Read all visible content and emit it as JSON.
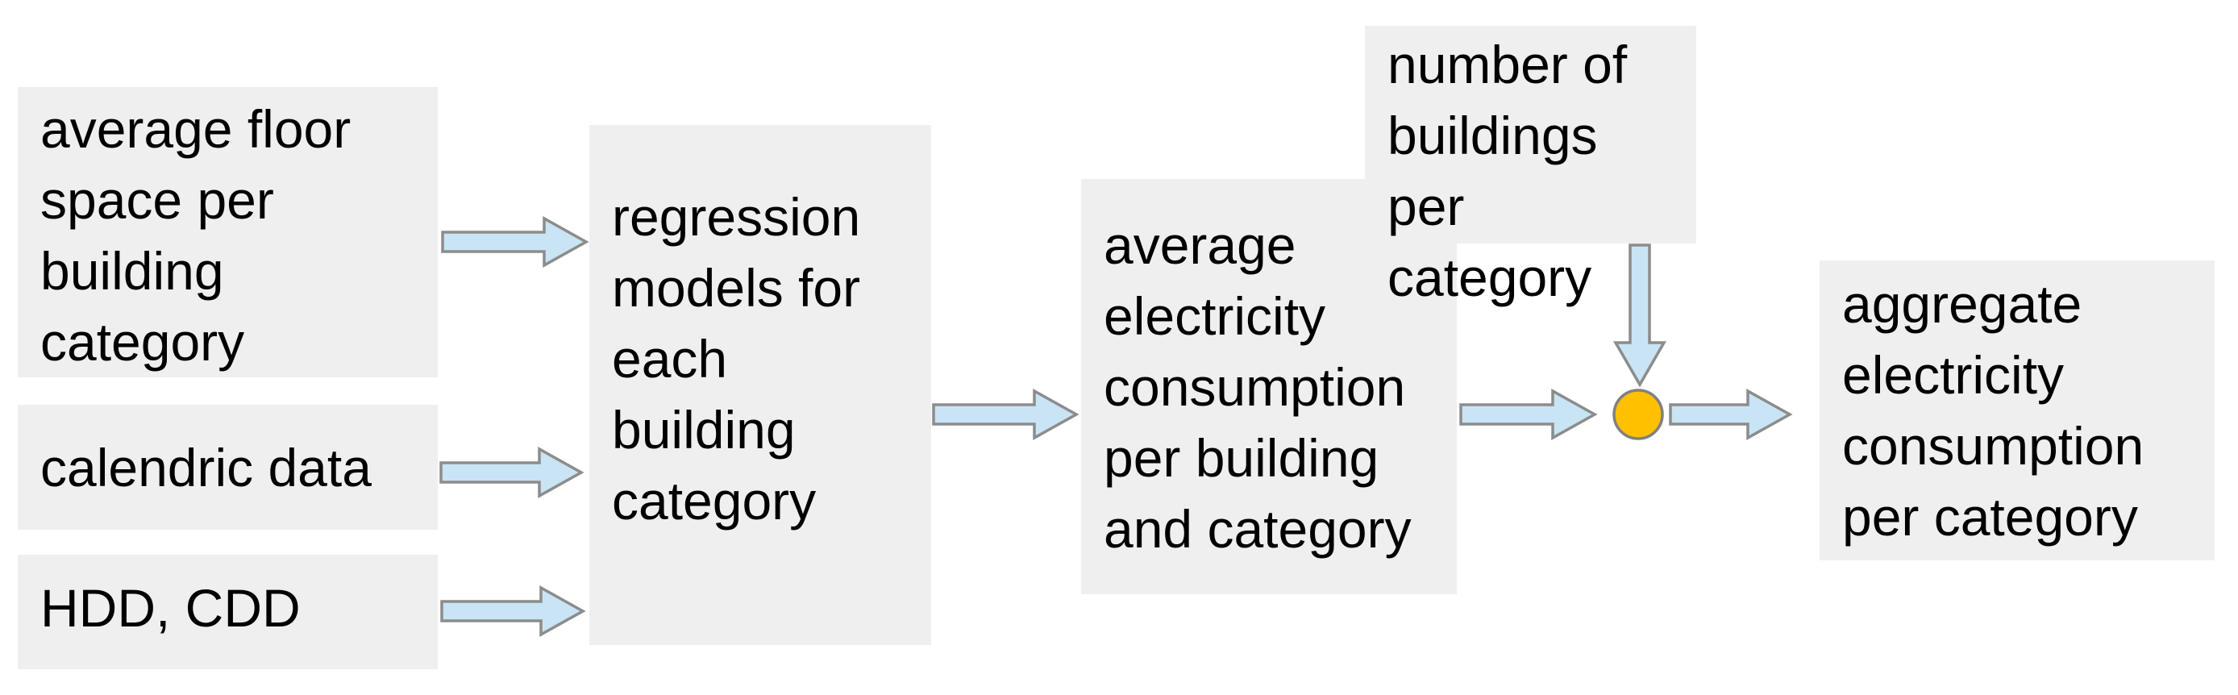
{
  "colors": {
    "box_fill": "#efefef",
    "arrow_fill": "#c9e4f4",
    "arrow_stroke": "#8c8c8c",
    "node_fill": "#ffc000",
    "node_stroke": "#808080",
    "text_color": "#000000",
    "bg": "#ffffff"
  },
  "nodes": {
    "avg_floor": {
      "label": "average floor\nspace per\nbuilding\ncategory"
    },
    "calendric": {
      "label": "calendric data"
    },
    "hdd_cdd": {
      "label": "HDD, CDD"
    },
    "regression": {
      "label": "regression\nmodels for\neach\nbuilding\ncategory"
    },
    "avg_elec": {
      "label": "average\nelectricity\nconsumption\nper building\nand category"
    },
    "num_build": {
      "label": "number of\nbuildings per\ncategory"
    },
    "aggregate": {
      "label": "aggregate\nelectricity\nconsumption\nper category"
    }
  }
}
